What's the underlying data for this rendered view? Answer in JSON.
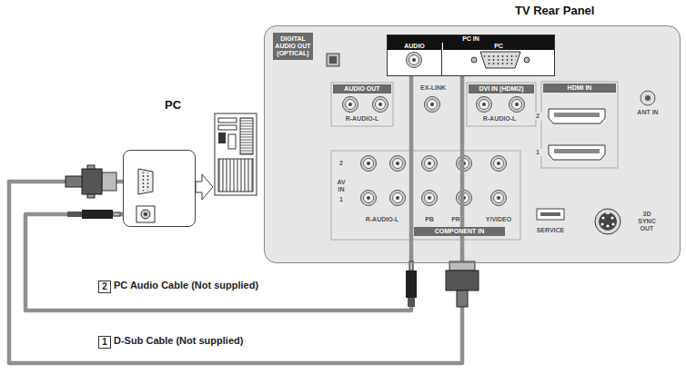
{
  "diagram": {
    "nodes": [
      {
        "text": [
          "TV Rear Panel"
        ]
      },
      {
        "text": [
          "PC IN"
        ],
        "in": 0
      },
      {
        "text": [
          "AUDIO"
        ],
        "in": 1
      },
      {
        "text": [
          "PC"
        ],
        "in": 1
      },
      {
        "text": [
          "PC"
        ]
      }
    ],
    "edges": [
      {
        "from": 4,
        "to": 2,
        "arrow": "none",
        "label": "PC Audio Cable (Not supplied)"
      },
      {
        "from": 4,
        "to": 3,
        "arrow": "none",
        "label": "D-Sub Cable (Not supplied)"
      }
    ],
    "labels": [
      "DIGITAL AUDIO OUT (OPTICAL)",
      "AUDIO OUT",
      "R-AUDIO-L",
      "EX-LINK",
      "DVI IN (HDMI2)",
      "R-AUDIO-L",
      "HDMI IN",
      "2",
      "1",
      "ANT IN",
      "AV IN",
      "2",
      "1",
      "R-AUDIO-L",
      "PB",
      "PR",
      "Y/VIDEO",
      "COMPONENT IN",
      "SERVICE",
      "3D SYNC OUT",
      "2",
      "1"
    ]
  }
}
